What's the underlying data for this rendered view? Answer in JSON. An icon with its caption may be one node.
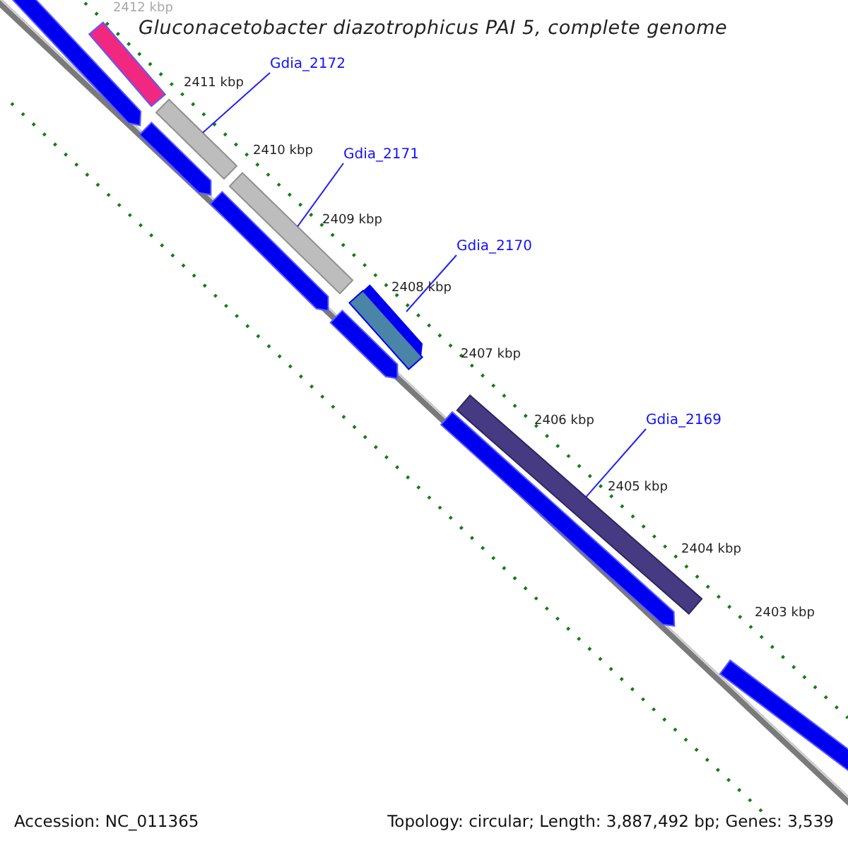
{
  "diagram": {
    "title": "Gluconacetobacter diazotrophicus PAI 5, complete genome",
    "nodes": [
      {
        "text": [
          "Gdia_2172"
        ]
      },
      {
        "text": [],
        "shape": "bar"
      },
      {
        "text": [
          "Gdia_2171"
        ]
      },
      {
        "text": [],
        "shape": "bar"
      },
      {
        "text": [
          "Gdia_2170"
        ]
      },
      {
        "text": [],
        "shape": "bar"
      },
      {
        "text": [
          "Gdia_2169"
        ]
      },
      {
        "text": [],
        "shape": "bar"
      },
      {
        "text": [],
        "shape": "bar"
      },
      {
        "text": [],
        "shape": "arrow"
      },
      {
        "text": [],
        "shape": "arrow"
      },
      {
        "text": [],
        "shape": "arrow"
      },
      {
        "text": [],
        "shape": "arrow"
      },
      {
        "text": [],
        "shape": "arrow"
      },
      {
        "text": [],
        "shape": "arrow"
      }
    ],
    "edges": [
      {
        "from": 0,
        "to": 1,
        "arrow": "none"
      },
      {
        "from": 2,
        "to": 3,
        "arrow": "none"
      },
      {
        "from": 4,
        "to": 5,
        "arrow": "none"
      },
      {
        "from": 6,
        "to": 7,
        "arrow": "none"
      }
    ],
    "labels": [
      "2412 kbp",
      "2411 kbp",
      "2410 kbp",
      "2409 kbp",
      "2408 kbp",
      "2407 kbp",
      "2406 kbp",
      "2405 kbp",
      "2404 kbp",
      "2403 kbp",
      "Accession: NC_011365",
      "Topology: circular; Length: 3,887,492 bp; Genes: 3,539"
    ]
  }
}
